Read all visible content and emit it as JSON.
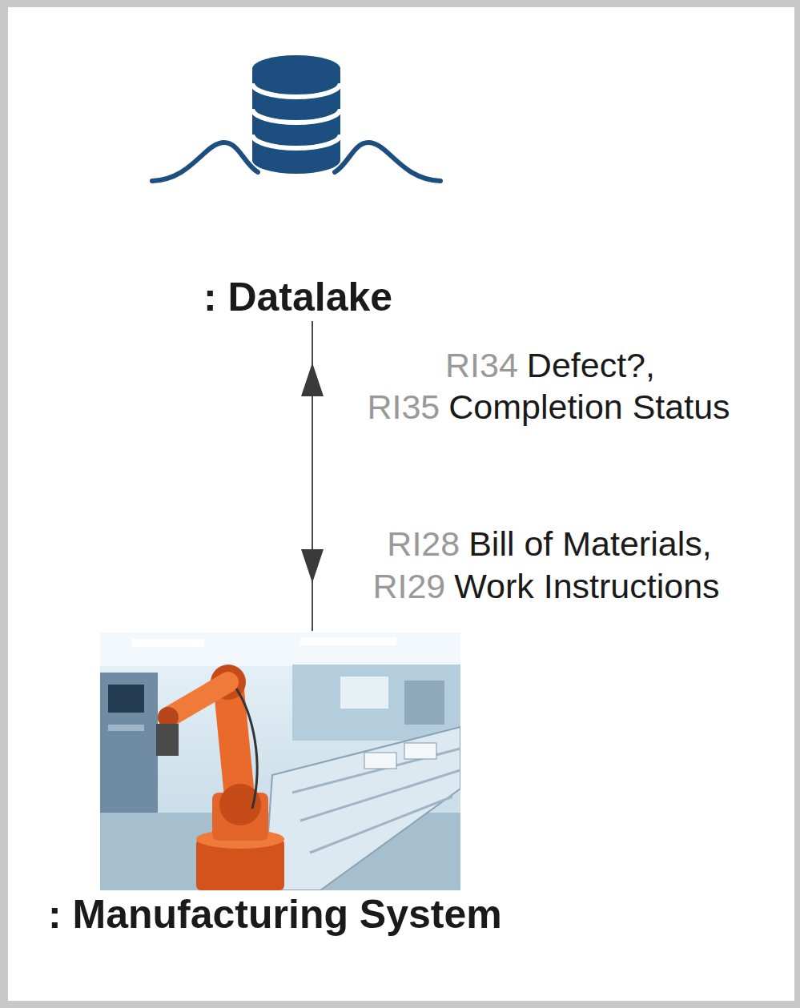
{
  "diagram": {
    "nodes": [
      {
        "text": [
          ": Datalake"
        ]
      },
      {
        "text": [
          ": Manufacturing System"
        ]
      }
    ],
    "edges": [
      {
        "from": 0,
        "to": 1,
        "arrow": "both"
      }
    ],
    "labels": [
      "RI34",
      "Defect?,",
      "RI35",
      "Completion Status",
      "RI28",
      "Bill of Materials,",
      "RI29",
      "Work Instructions"
    ]
  }
}
